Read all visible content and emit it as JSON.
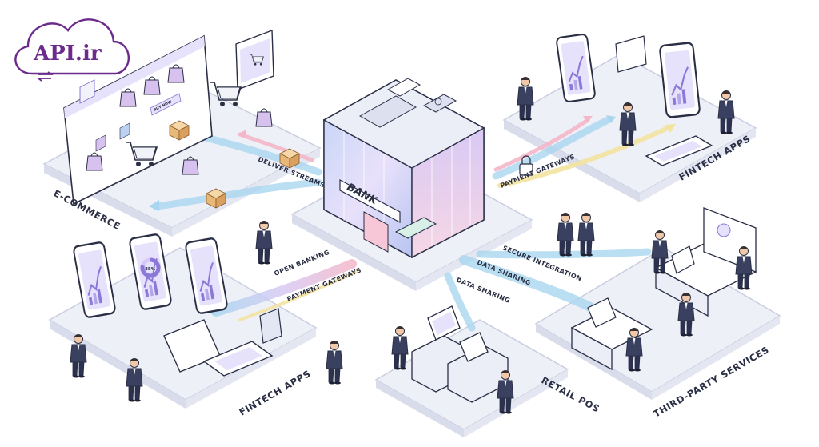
{
  "logo": {
    "text": "API.ir"
  },
  "center": {
    "sign": "BANK"
  },
  "regions": {
    "ecommerce": "E-COMMERCE",
    "fintech_top": "FINTECH APPS",
    "fintech_bottom": "FINTECH APPS",
    "retail": "RETAIL POS",
    "third_party": "THIRD-PARTY SERVICES"
  },
  "flows": {
    "deliver": "DELIVER STREAMS",
    "payment_gateways_top": "PAYMENT GATEWAYS",
    "open_banking": "OPEN BANKING",
    "payment_gateways_bottom": "PAYMENT GATEWAYS",
    "secure_integration": "SECURE INTEGRATION",
    "data_sharing_right": "DATA SHARING",
    "data_sharing_left": "DATA SHARING"
  },
  "screens": {
    "shop_button": "BUY NOW",
    "donut_value": "85%"
  },
  "colors": {
    "platform": "#eef0f8",
    "platform_edge": "#c9cde0",
    "outline": "#2a2f45",
    "accent": "#8b78d8",
    "flow_blue": "#a9d6ef",
    "flow_pink": "#f3b7c9",
    "flow_yellow": "#f3e3a0",
    "person_suit": "#3a4060",
    "logo": "#6b2a8c"
  },
  "icons": [
    "cloud-icon",
    "exchange-arrows-icon",
    "shopping-cart-icon",
    "shopping-bag-icon",
    "package-box-icon",
    "padlock-icon",
    "smartphone-icon",
    "pos-terminal-icon",
    "wallet-icon"
  ]
}
